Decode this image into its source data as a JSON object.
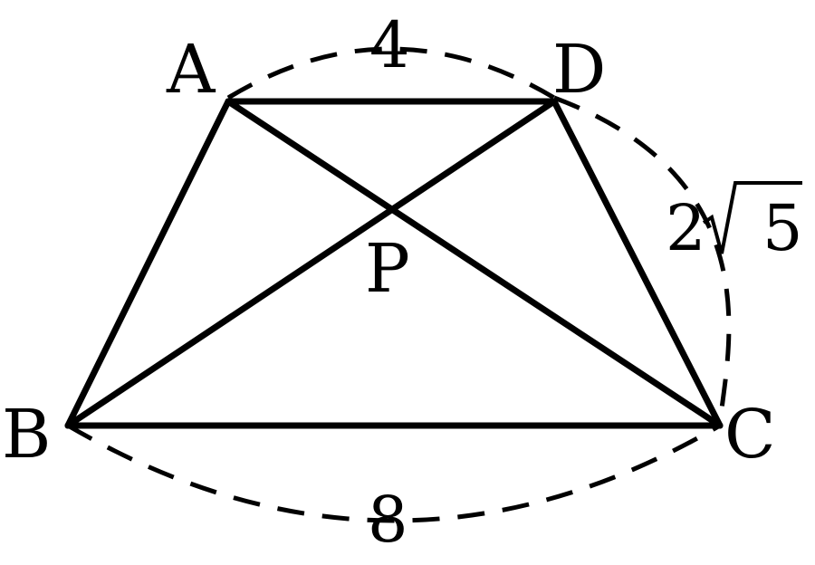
{
  "figure": {
    "type": "trapezoid",
    "points": {
      "A": "A",
      "B": "B",
      "C": "C",
      "D": "D",
      "P": "P"
    },
    "lengths": {
      "AD": "4",
      "BC": "8",
      "CD_coef": "2",
      "CD_radicand": "5"
    },
    "color": "#000000"
  }
}
